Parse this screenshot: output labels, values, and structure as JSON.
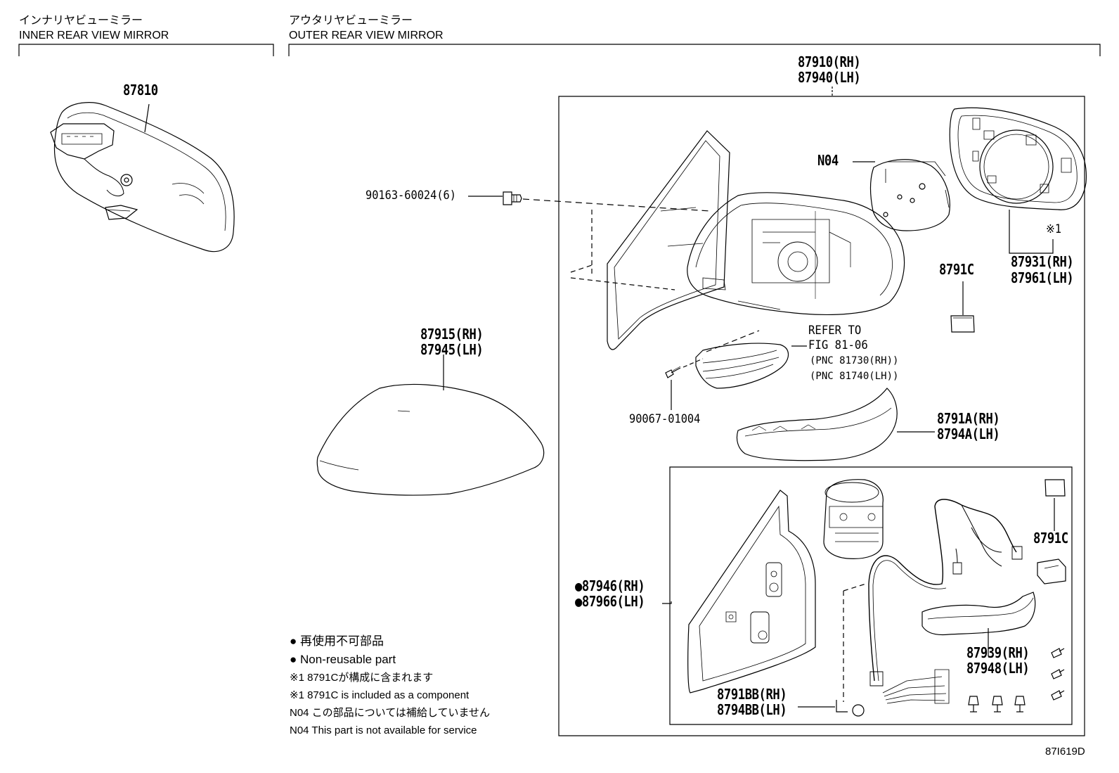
{
  "header": {
    "inner_jp": "インナリヤビューミラー",
    "inner_en": "INNER REAR VIEW MIRROR",
    "outer_jp": "アウタリヤビューミラー",
    "outer_en": "OUTER REAR VIEW MIRROR"
  },
  "parts": {
    "p87810": "87810",
    "p87910": "87910(RH)",
    "p87940": "87940(LH)",
    "n04": "N04",
    "p90163": "90163-60024(6)",
    "ref1": "※1",
    "p87931": "87931(RH)",
    "p87961": "87961(LH)",
    "p8791c_top": "8791C",
    "p87915": "87915(RH)",
    "p87945": "87945(LH)",
    "refer_to": "REFER TO",
    "fig": "FIG 81-06",
    "pnc1": "(PNC 81730(RH))",
    "pnc2": "(PNC 81740(LH))",
    "p90067": "90067-01004",
    "p8791a": "8791A(RH)",
    "p8794a": "8794A(LH)",
    "p8791c_bottom": "8791C",
    "p87946": "●87946(RH)",
    "p87966": "●87966(LH)",
    "p87939": "87939(RH)",
    "p87948": "87948(LH)",
    "p8791bb": "8791BB(RH)",
    "p8794bb": "8794BB(LH)"
  },
  "notes": {
    "line1": "● 再使用不可部品",
    "line2": "● Non-reusable part",
    "line3": "※1 8791Cが構成に含まれます",
    "line4": "※1 8791C is included as a component",
    "line5": "N04 この部品については補給していません",
    "line6": "N04 This part is not available for service"
  },
  "figure_id": "87I619D"
}
